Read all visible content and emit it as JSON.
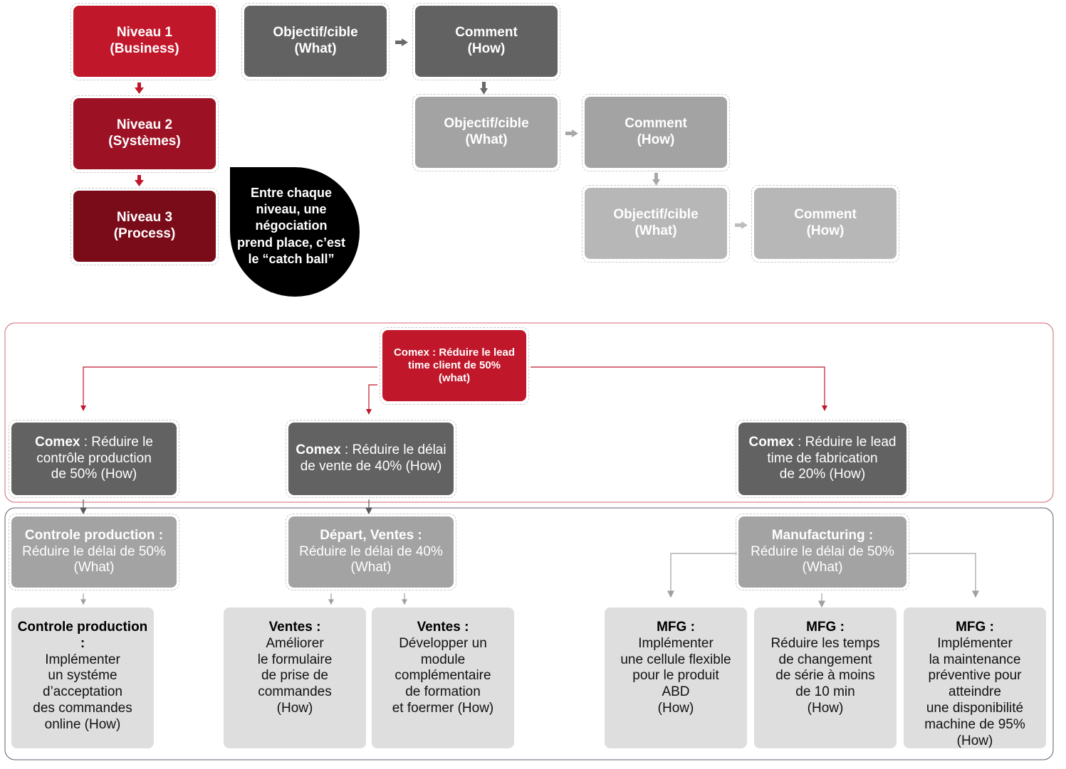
{
  "colors": {
    "red1": "#c0172a",
    "red2": "#9c1224",
    "red3": "#7a0b19",
    "dark": "#626262",
    "mid": "#a3a3a3",
    "light": "#b7b7b7",
    "pale": "#dedede",
    "ball": "#000000"
  },
  "levels": [
    {
      "line1": "Niveau 1",
      "line2": "(Business)"
    },
    {
      "line1": "Niveau 2",
      "line2": "(Systèmes)"
    },
    {
      "line1": "Niveau 3",
      "line2": "(Process)"
    }
  ],
  "steps": [
    {
      "line1": "Objectif/cible",
      "line2": "(What)"
    },
    {
      "line1": "Comment",
      "line2": "(How)"
    },
    {
      "line1": "Objectif/cible",
      "line2": "(What)"
    },
    {
      "line1": "Comment",
      "line2": "(How)"
    },
    {
      "line1": "Objectif/cible",
      "line2": "(What)"
    },
    {
      "line1": "Comment",
      "line2": "(How)"
    }
  ],
  "catch_ball": [
    "Entre chaque",
    "niveau, une",
    "négociation",
    "prend place, c’est",
    "le “catch ball”"
  ],
  "top_goal": [
    "Comex : Réduire le lead",
    "time client de 50%",
    "(what)"
  ],
  "comex": [
    {
      "bold": "Comex",
      "rest1": " : Réduire le",
      "line2": "contrôle production",
      "line3": "de 50% (How)"
    },
    {
      "bold": "Comex",
      "rest1": " : Réduire le délai",
      "line2": "de vente de 40% (How)"
    },
    {
      "bold": "Comex",
      "rest1": " : Réduire le lead",
      "line2": "time de fabrication",
      "line3": "de 20% (How)"
    }
  ],
  "whats": [
    {
      "title": "Controle production :",
      "line2": "Réduire le délai de 50%",
      "line3": "(What)"
    },
    {
      "title": "Départ, Ventes :",
      "line2": "Réduire le délai de 40%",
      "line3": "(What)"
    },
    {
      "title": "Manufacturing :",
      "line2": "Réduire le délai de 50%",
      "line3": "(What)"
    }
  ],
  "actions": [
    {
      "title": "Controle production :",
      "lines": [
        "Implémenter",
        "un systéme",
        "d’acceptation",
        "des commandes",
        "online (How)"
      ]
    },
    {
      "title": "Ventes :",
      "lines": [
        "Améliorer",
        "le formulaire",
        "de prise de",
        "commandes",
        "(How)"
      ]
    },
    {
      "title": "Ventes :",
      "lines": [
        "Développer un",
        "module",
        "complémentaire",
        "de formation",
        "et foermer (How)"
      ]
    },
    {
      "title": "MFG :",
      "lines": [
        "Implémenter",
        "une cellule flexible",
        "pour le produit",
        "ABD",
        "(How)"
      ]
    },
    {
      "title": "MFG :",
      "lines": [
        "Réduire les temps",
        "de changement",
        "de série à moins",
        "de 10 min",
        "(How)"
      ]
    },
    {
      "title": "MFG :",
      "lines": [
        "Implémenter",
        "la maintenance",
        "préventive pour",
        "atteindre",
        "une disponibilité",
        "machine de 95%",
        "(How)"
      ]
    }
  ]
}
